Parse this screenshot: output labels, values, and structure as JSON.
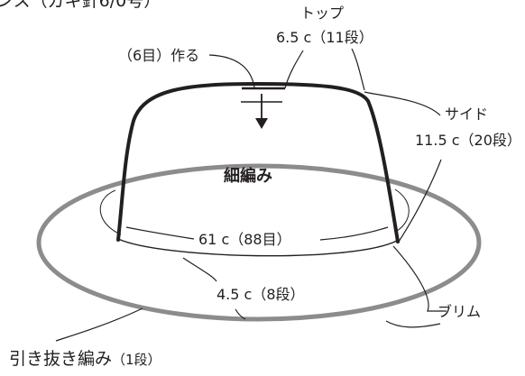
{
  "header": {
    "text": "ンス（ガギ針6/0号）"
  },
  "labels": {
    "start": "（6目）作る",
    "top_title": "トップ",
    "top_value": "6.5 c（11段）",
    "side_title": "サイド",
    "side_value": "11.5 c（20段）",
    "stitch": "細編み",
    "circumference": "61 c（88目）",
    "brim_depth": "4.5 c（8段）",
    "brim": "ブリム",
    "edge_main": "引き抜き編み",
    "edge_rows": "（1段）"
  },
  "colors": {
    "crown_outline": "#231f20",
    "brim_outline": "#8c8c8c",
    "text": "#231f20"
  }
}
